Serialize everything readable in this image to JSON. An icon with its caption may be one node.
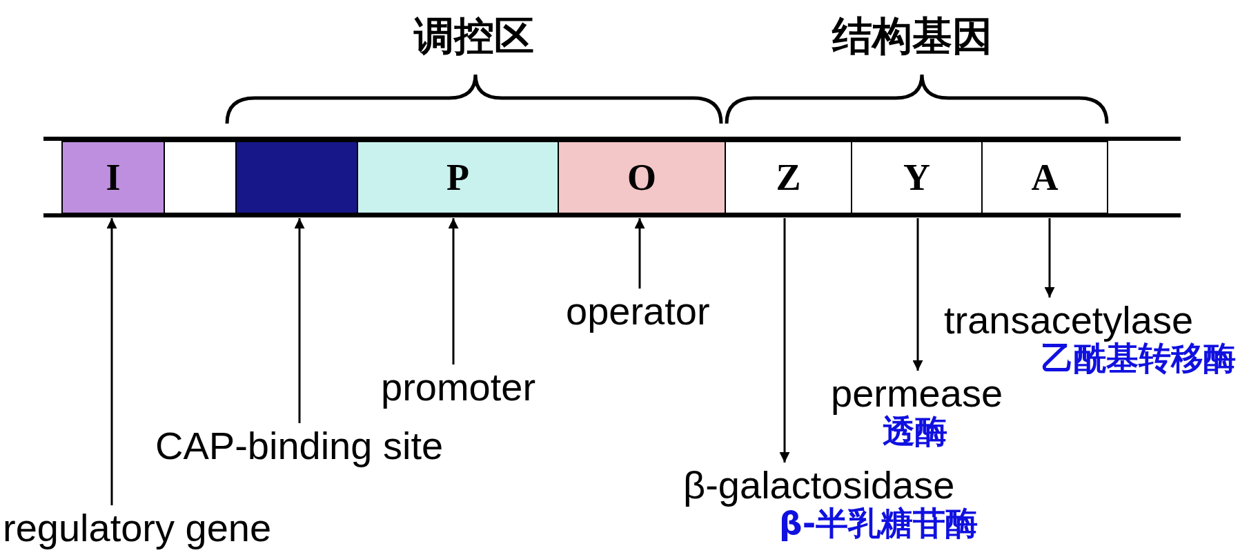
{
  "diagram": {
    "nodes": [
      {
        "text": [
          "I"
        ]
      },
      {
        "text": [],
        "shape": "box"
      },
      {
        "text": [],
        "shape": "box"
      },
      {
        "text": [
          "P"
        ]
      },
      {
        "text": [
          "O"
        ]
      },
      {
        "text": [
          "Z"
        ]
      },
      {
        "text": [
          "Y"
        ]
      },
      {
        "text": [
          "A"
        ]
      },
      {
        "text": [
          "regulatory gene"
        ]
      },
      {
        "text": [
          "CAP-binding site"
        ]
      },
      {
        "text": [
          "promoter"
        ]
      },
      {
        "text": [
          "operator"
        ]
      },
      {
        "text": [
          "transacetylase",
          "乙酰基转移酶"
        ]
      },
      {
        "text": [
          "permease",
          "透酶"
        ]
      },
      {
        "text": [
          "β-galactosidase",
          "β-半乳糖苷酶"
        ]
      }
    ],
    "edges": [
      {
        "from": 8,
        "to": 0,
        "arrow": "to"
      },
      {
        "from": 9,
        "to": 2,
        "arrow": "to"
      },
      {
        "from": 10,
        "to": 3,
        "arrow": "to"
      },
      {
        "from": 11,
        "to": 4,
        "arrow": "to"
      },
      {
        "from": 5,
        "to": 14,
        "arrow": "to"
      },
      {
        "from": 6,
        "to": 13,
        "arrow": "to"
      },
      {
        "from": 7,
        "to": 12,
        "arrow": "to"
      }
    ],
    "labels": [
      "调控区",
      "结构基因"
    ]
  }
}
